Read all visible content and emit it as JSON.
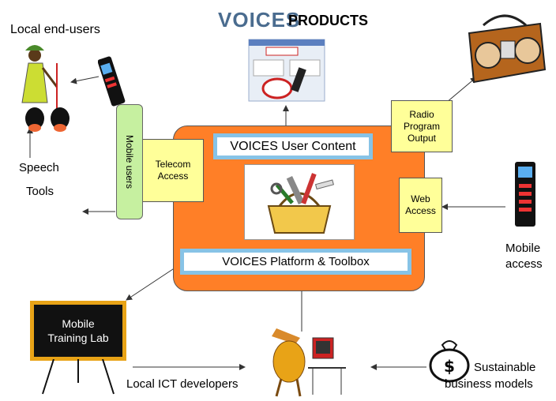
{
  "header": {
    "logo_text": "VOICES",
    "title": "PRODUCTS"
  },
  "labels": {
    "local_end_users": "Local end-users",
    "speech": "Speech",
    "tools": "Tools",
    "mobile_users": "Mobile users",
    "telecom_access": "Telecom Access",
    "voices_user_content": "VOICES User Content",
    "radio_program_output": "Radio Program Output",
    "web_access": "Web Access",
    "voices_platform_toolbox": "VOICES Platform & Toolbox",
    "mobile_access_1": "Mobile",
    "mobile_access_2": "access",
    "mobile_training_lab_1": "Mobile",
    "mobile_training_lab_2": "Training Lab",
    "local_ict_developers": "Local ICT developers",
    "sustainable_1": "Sustainable",
    "sustainable_2": "business models"
  },
  "colors": {
    "platform_orange": "#ff7f27",
    "user_box_yellow": "#ffff99",
    "mobile_users_green": "#c6f0a0",
    "content_box_border": "#87c3e6"
  }
}
